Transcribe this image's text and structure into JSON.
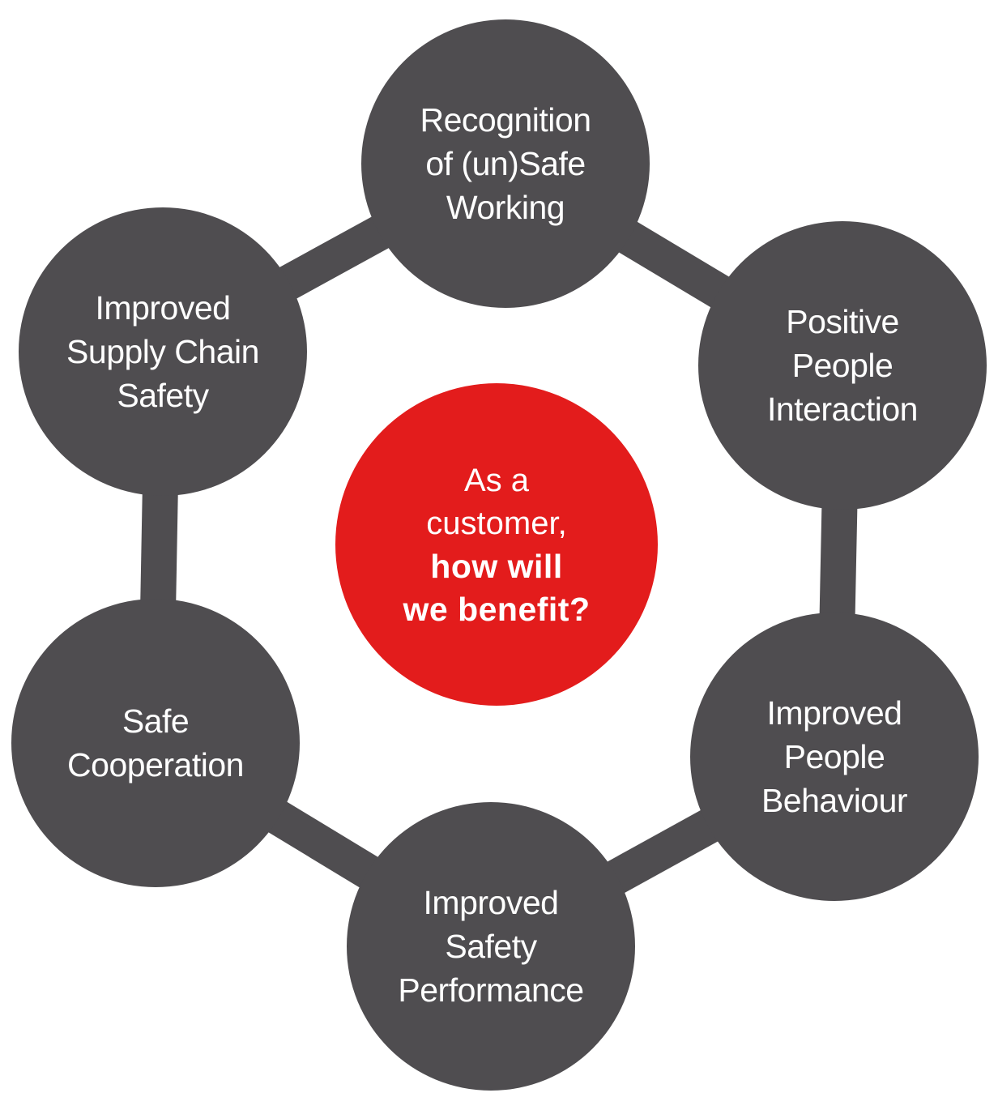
{
  "colors": {
    "node": "#4f4d50",
    "connector": "#4f4d50",
    "center": "#e31c1c",
    "text": "#ffffff"
  },
  "center": {
    "lines": [
      "As a",
      "customer,"
    ],
    "bold_lines": [
      "how will",
      "we benefit?"
    ]
  },
  "nodes": [
    {
      "id": "recognition",
      "lines": [
        "Recognition",
        "of (un)Safe",
        "Working"
      ]
    },
    {
      "id": "positive-interaction",
      "lines": [
        "Positive",
        "People",
        "Interaction"
      ]
    },
    {
      "id": "improved-behaviour",
      "lines": [
        "Improved",
        "People",
        "Behaviour"
      ]
    },
    {
      "id": "safety-performance",
      "lines": [
        "Improved",
        "Safety",
        "Performance"
      ]
    },
    {
      "id": "safe-cooperation",
      "lines": [
        "Safe",
        "Cooperation"
      ]
    },
    {
      "id": "supply-chain",
      "lines": [
        "Improved",
        "Supply Chain",
        "Safety"
      ]
    }
  ]
}
